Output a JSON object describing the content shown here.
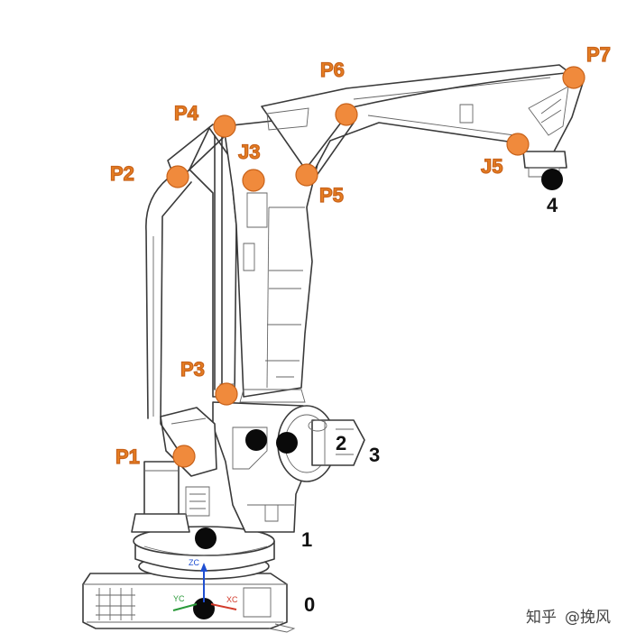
{
  "colors": {
    "joint": "#f08a3c",
    "joint_stroke": "#c8621a",
    "frame_point": "#0a0a0a",
    "label_orange": "#e67e22",
    "label_black": "#111111",
    "axis_z": "#1f4fd1",
    "axis_x": "#d23a2a",
    "axis_y": "#2a9a3a"
  },
  "joint_labels": {
    "p1": "P1",
    "p2": "P2",
    "p3": "P3",
    "p4": "P4",
    "p5": "P5",
    "p6": "P6",
    "p7": "P7",
    "j3": "J3",
    "j5": "J5"
  },
  "frame_labels": {
    "f0": "0",
    "f1": "1",
    "f2": "2",
    "f3": "3",
    "f4": "4"
  },
  "base_axes": {
    "z": "ZC",
    "x": "XC",
    "y": "YC"
  },
  "watermark": {
    "icon": "zhihu-logo",
    "site": "知乎",
    "author": "@挽风"
  }
}
